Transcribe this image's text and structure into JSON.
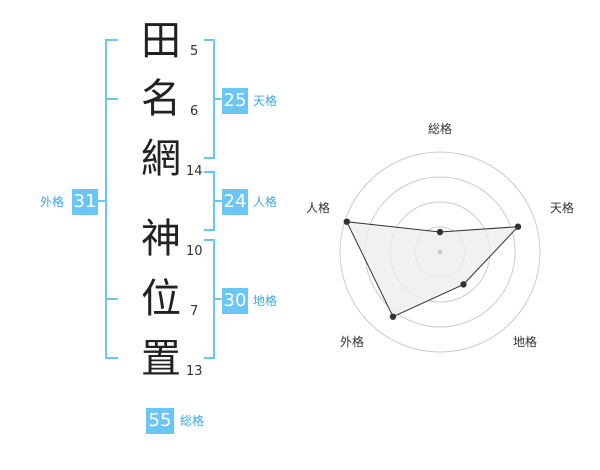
{
  "accent_color": "#6ac6f4",
  "name": {
    "characters": [
      {
        "char": "田",
        "strokes": "5"
      },
      {
        "char": "名",
        "strokes": "6"
      },
      {
        "char": "網",
        "strokes": "14"
      },
      {
        "char": "神",
        "strokes": "10"
      },
      {
        "char": "位",
        "strokes": "7"
      },
      {
        "char": "置",
        "strokes": "13"
      }
    ]
  },
  "kakusu": {
    "tenkaku": {
      "label": "天格",
      "value": "25"
    },
    "jinkaku": {
      "label": "人格",
      "value": "24"
    },
    "chikaku": {
      "label": "地格",
      "value": "30"
    },
    "gaikaku": {
      "label": "外格",
      "value": "31"
    },
    "soukaku": {
      "label": "総格",
      "value": "55"
    }
  },
  "chart_data": {
    "type": "radar",
    "axes": [
      "総格",
      "天格",
      "地格",
      "外格",
      "人格"
    ],
    "values": [
      0.2,
      0.82,
      0.4,
      0.8,
      0.98
    ],
    "max": 1,
    "rings": 4,
    "fill_color": "#eeeeee",
    "line_color": "#333333"
  }
}
